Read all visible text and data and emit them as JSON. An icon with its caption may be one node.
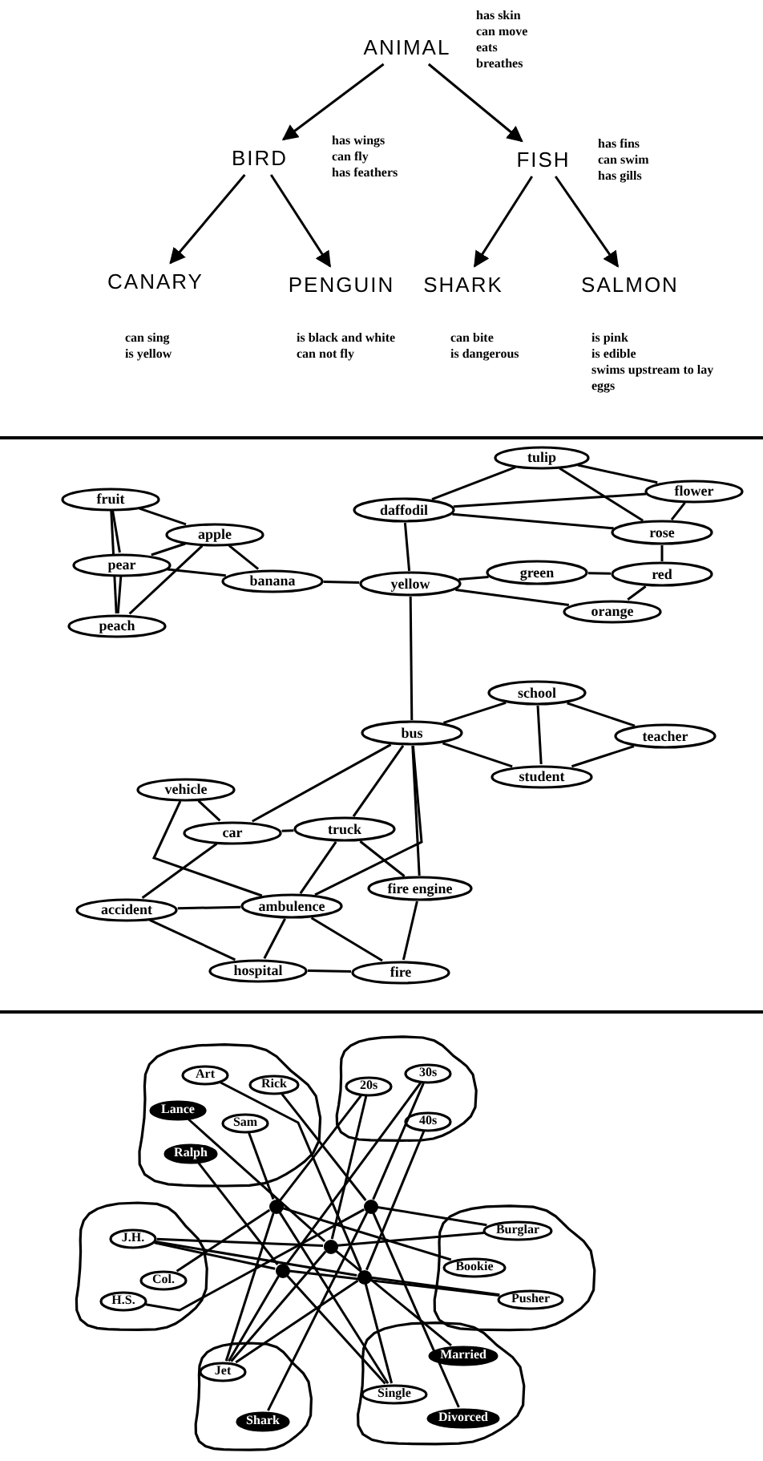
{
  "diagram": {
    "nodes": [
      {
        "text": [
          "ANIMAL"
        ],
        "beside": [
          "has skin",
          "can move",
          "eats",
          "breathes"
        ]
      },
      {
        "text": [
          "BIRD"
        ],
        "beside": [
          "has wings",
          "can fly",
          "has feathers"
        ]
      },
      {
        "text": [
          "FISH"
        ],
        "beside": [
          "has fins",
          "can swim",
          "has gills"
        ]
      },
      {
        "text": [
          "CANARY"
        ],
        "beside": [
          "can sing",
          "is yellow"
        ]
      },
      {
        "text": [
          "PENGUIN"
        ],
        "beside": [
          "is black and white",
          "can not fly"
        ]
      },
      {
        "text": [
          "SHARK"
        ],
        "beside": [
          "can bite",
          "is dangerous"
        ]
      },
      {
        "text": [
          "SALMON"
        ],
        "beside": [
          "is pink",
          "is edible",
          "swims upstream to lay eggs"
        ]
      },
      {
        "text": [
          "tulip"
        ]
      },
      {
        "text": [
          "flower"
        ]
      },
      {
        "text": [
          "fruit"
        ]
      },
      {
        "text": [
          "daffodil"
        ]
      },
      {
        "text": [
          "rose"
        ]
      },
      {
        "text": [
          "apple"
        ]
      },
      {
        "text": [
          "pear"
        ]
      },
      {
        "text": [
          "green"
        ]
      },
      {
        "text": [
          "red"
        ]
      },
      {
        "text": [
          "banana"
        ]
      },
      {
        "text": [
          "yellow"
        ]
      },
      {
        "text": [
          "orange"
        ]
      },
      {
        "text": [
          "peach"
        ]
      },
      {
        "text": [
          "school"
        ]
      },
      {
        "text": [
          "bus"
        ]
      },
      {
        "text": [
          "teacher"
        ]
      },
      {
        "text": [
          "student"
        ]
      },
      {
        "text": [
          "vehicle"
        ]
      },
      {
        "text": [
          "truck"
        ]
      },
      {
        "text": [
          "car"
        ]
      },
      {
        "text": [
          "fire engine"
        ]
      },
      {
        "text": [
          "ambulence"
        ]
      },
      {
        "text": [
          "accident"
        ]
      },
      {
        "text": [
          "hospital"
        ]
      },
      {
        "text": [
          "fire"
        ]
      },
      {
        "text": [],
        "shape": "cloud"
      },
      {
        "text": [
          "Art"
        ],
        "in": 32
      },
      {
        "text": [
          "Rick"
        ],
        "in": 32
      },
      {
        "text": [
          "Lance"
        ],
        "in": 32
      },
      {
        "text": [
          "Sam"
        ],
        "in": 32
      },
      {
        "text": [
          "Ralph"
        ],
        "in": 32
      },
      {
        "text": [],
        "shape": "cloud"
      },
      {
        "text": [
          "30s"
        ],
        "in": 38
      },
      {
        "text": [
          "20s"
        ],
        "in": 38
      },
      {
        "text": [
          "40s"
        ],
        "in": 38
      },
      {
        "text": [],
        "shape": "circle"
      },
      {
        "text": [],
        "shape": "circle"
      },
      {
        "text": [],
        "shape": "circle"
      },
      {
        "text": [],
        "shape": "circle"
      },
      {
        "text": [],
        "shape": "circle"
      },
      {
        "text": [],
        "shape": "cloud"
      },
      {
        "text": [
          "J.H."
        ],
        "in": 47
      },
      {
        "text": [
          "Col."
        ],
        "in": 47
      },
      {
        "text": [
          "H.S."
        ],
        "in": 47
      },
      {
        "text": [],
        "shape": "cloud"
      },
      {
        "text": [
          "Burglar"
        ],
        "in": 51
      },
      {
        "text": [
          "Bookie"
        ],
        "in": 51
      },
      {
        "text": [
          "Pusher"
        ],
        "in": 51
      },
      {
        "text": [],
        "shape": "cloud"
      },
      {
        "text": [
          "Jet"
        ],
        "in": 55
      },
      {
        "text": [
          "Shark"
        ],
        "in": 55
      },
      {
        "text": [],
        "shape": "cloud"
      },
      {
        "text": [
          "Married"
        ],
        "in": 58
      },
      {
        "text": [
          "Single"
        ],
        "in": 58
      },
      {
        "text": [
          "Divorced"
        ],
        "in": 58
      }
    ],
    "edges": [
      {
        "from": 0,
        "to": 1,
        "arrow": "to"
      },
      {
        "from": 0,
        "to": 2,
        "arrow": "to"
      },
      {
        "from": 1,
        "to": 3,
        "arrow": "to"
      },
      {
        "from": 1,
        "to": 4,
        "arrow": "to"
      },
      {
        "from": 2,
        "to": 5,
        "arrow": "to"
      },
      {
        "from": 2,
        "to": 6,
        "arrow": "to"
      },
      {
        "from": 7,
        "to": 8,
        "arrow": "none"
      },
      {
        "from": 7,
        "to": 10,
        "arrow": "none"
      },
      {
        "from": 7,
        "to": 11,
        "arrow": "none"
      },
      {
        "from": 10,
        "to": 8,
        "arrow": "none"
      },
      {
        "from": 10,
        "to": 11,
        "arrow": "none"
      },
      {
        "from": 8,
        "to": 11,
        "arrow": "none"
      },
      {
        "from": 11,
        "to": 15,
        "arrow": "none"
      },
      {
        "from": 14,
        "to": 15,
        "arrow": "none"
      },
      {
        "from": 15,
        "to": 18,
        "arrow": "none"
      },
      {
        "from": 17,
        "to": 14,
        "arrow": "none"
      },
      {
        "from": 17,
        "to": 18,
        "arrow": "none"
      },
      {
        "from": 10,
        "to": 17,
        "arrow": "none"
      },
      {
        "from": 16,
        "to": 17,
        "arrow": "none"
      },
      {
        "from": 9,
        "to": 12,
        "arrow": "none"
      },
      {
        "from": 9,
        "to": 13,
        "arrow": "none"
      },
      {
        "from": 9,
        "to": 19,
        "arrow": "none"
      },
      {
        "from": 13,
        "to": 19,
        "arrow": "none"
      },
      {
        "from": 13,
        "to": 12,
        "arrow": "none"
      },
      {
        "from": 12,
        "to": 19,
        "arrow": "none"
      },
      {
        "from": 12,
        "to": 16,
        "arrow": "none"
      },
      {
        "from": 13,
        "to": 16,
        "arrow": "none"
      },
      {
        "from": 17,
        "to": 21,
        "arrow": "none"
      },
      {
        "from": 21,
        "to": 20,
        "arrow": "none"
      },
      {
        "from": 21,
        "to": 23,
        "arrow": "none"
      },
      {
        "from": 20,
        "to": 23,
        "arrow": "none"
      },
      {
        "from": 20,
        "to": 22,
        "arrow": "none"
      },
      {
        "from": 23,
        "to": 22,
        "arrow": "none"
      },
      {
        "from": 21,
        "to": 26,
        "arrow": "none"
      },
      {
        "from": 21,
        "to": 25,
        "arrow": "none"
      },
      {
        "from": 21,
        "to": 28,
        "arrow": "none"
      },
      {
        "from": 21,
        "to": 27,
        "arrow": "none"
      },
      {
        "from": 24,
        "to": 26,
        "arrow": "none"
      },
      {
        "from": 24,
        "to": 28,
        "arrow": "none"
      },
      {
        "from": 26,
        "to": 25,
        "arrow": "none"
      },
      {
        "from": 26,
        "to": 29,
        "arrow": "none"
      },
      {
        "from": 25,
        "to": 28,
        "arrow": "none"
      },
      {
        "from": 25,
        "to": 27,
        "arrow": "none"
      },
      {
        "from": 29,
        "to": 28,
        "arrow": "none"
      },
      {
        "from": 29,
        "to": 30,
        "arrow": "none"
      },
      {
        "from": 28,
        "to": 30,
        "arrow": "none"
      },
      {
        "from": 28,
        "to": 31,
        "arrow": "none"
      },
      {
        "from": 30,
        "to": 31,
        "arrow": "none"
      },
      {
        "from": 27,
        "to": 31,
        "arrow": "none"
      },
      {
        "from": 36,
        "to": 42,
        "arrow": "none"
      },
      {
        "from": 42,
        "to": 40,
        "arrow": "none"
      },
      {
        "from": 42,
        "to": 49,
        "arrow": "none"
      },
      {
        "from": 42,
        "to": 53,
        "arrow": "none"
      },
      {
        "from": 42,
        "to": 60,
        "arrow": "none"
      },
      {
        "from": 42,
        "to": 56,
        "arrow": "none"
      },
      {
        "from": 34,
        "to": 43,
        "arrow": "none"
      },
      {
        "from": 43,
        "to": 39,
        "arrow": "none"
      },
      {
        "from": 43,
        "to": 50,
        "arrow": "none"
      },
      {
        "from": 43,
        "to": 52,
        "arrow": "none"
      },
      {
        "from": 43,
        "to": 61,
        "arrow": "none"
      },
      {
        "from": 43,
        "to": 57,
        "arrow": "none"
      },
      {
        "from": 35,
        "to": 44,
        "arrow": "none"
      },
      {
        "from": 44,
        "to": 40,
        "arrow": "none"
      },
      {
        "from": 44,
        "to": 48,
        "arrow": "none"
      },
      {
        "from": 44,
        "to": 52,
        "arrow": "none"
      },
      {
        "from": 44,
        "to": 59,
        "arrow": "none"
      },
      {
        "from": 44,
        "to": 56,
        "arrow": "none"
      },
      {
        "from": 37,
        "to": 45,
        "arrow": "none"
      },
      {
        "from": 45,
        "to": 39,
        "arrow": "none"
      },
      {
        "from": 45,
        "to": 48,
        "arrow": "none"
      },
      {
        "from": 45,
        "to": 54,
        "arrow": "none"
      },
      {
        "from": 45,
        "to": 60,
        "arrow": "none"
      },
      {
        "from": 45,
        "to": 56,
        "arrow": "none"
      },
      {
        "from": 33,
        "to": 46,
        "arrow": "none"
      },
      {
        "from": 46,
        "to": 41,
        "arrow": "none"
      },
      {
        "from": 46,
        "to": 48,
        "arrow": "none"
      },
      {
        "from": 46,
        "to": 54,
        "arrow": "none"
      },
      {
        "from": 46,
        "to": 60,
        "arrow": "none"
      },
      {
        "from": 46,
        "to": 56,
        "arrow": "none"
      }
    ]
  }
}
